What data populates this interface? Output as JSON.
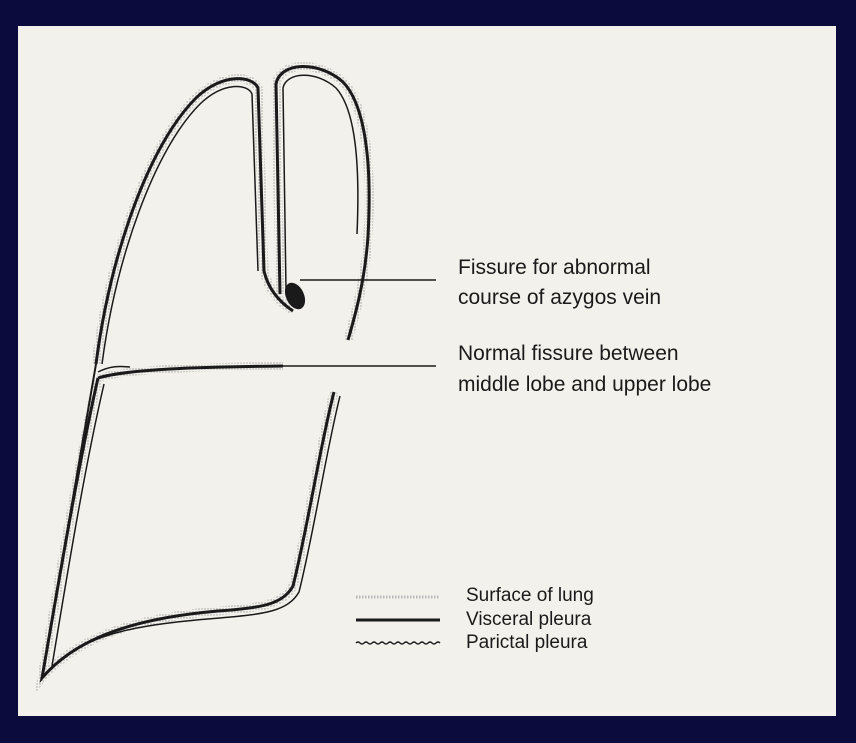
{
  "diagram": {
    "callouts": {
      "azygos_fissure_line1": "Fissure for abnormal",
      "azygos_fissure_line2": "course of azygos vein",
      "normal_fissure_line1": "Normal fissure between",
      "normal_fissure_line2": "middle lobe and upper lobe"
    },
    "legend": {
      "surface": "Surface of lung",
      "visceral": "Visceral pleura",
      "parietal": "Parictal pleura"
    }
  },
  "colors": {
    "frame": "#0b0b3e",
    "paper": "#f2f1ec",
    "ink": "#1a1a1a",
    "stipple": "#9a9a9a"
  }
}
